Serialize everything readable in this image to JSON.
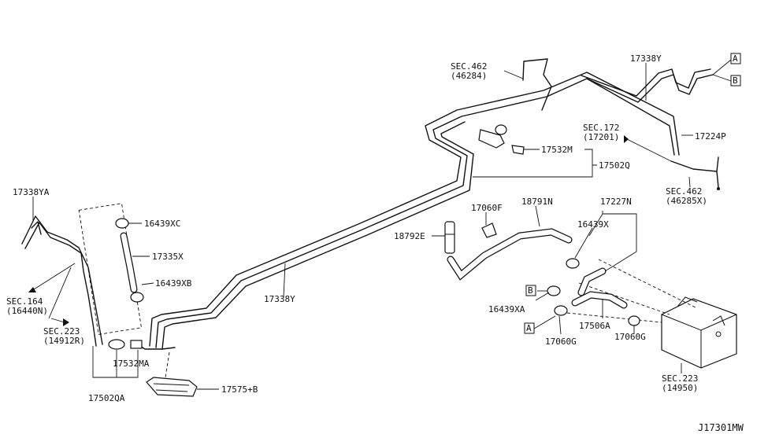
{
  "diagram_id": "J17301MW",
  "labels": {
    "sec462a_1": "SEC.462",
    "sec462a_2": "(46284)",
    "p17338Y_top": "17338Y",
    "refA": "A",
    "refB": "B",
    "sec172_1": "SEC.172",
    "sec172_2": "(17201)",
    "p17224P": "17224P",
    "p17532M": "17532M",
    "p17502Q": "17502Q",
    "sec462b_1": "SEC.462",
    "sec462b_2": "(46285X)",
    "p17338YA": "17338YA",
    "p16439XC": "16439XC",
    "p17335X": "17335X",
    "p16439XB": "16439XB",
    "sec164_1": "SEC.164",
    "sec164_2": "(16440N)",
    "sec223a_1": "SEC.223",
    "sec223a_2": "(14912R)",
    "p17532MA": "17532MA",
    "p17502QA": "17502QA",
    "p17575B": "17575+B",
    "p17338Y_mid": "17338Y",
    "p17060F": "17060F",
    "p18791N": "18791N",
    "p17227N": "17227N",
    "p18792E": "18792E",
    "p16439X": "16439X",
    "refB2": "B",
    "p16439XA": "16439XA",
    "refA2": "A",
    "p17506A": "17506A",
    "p17060G_a": "17060G",
    "p17060G_b": "17060G",
    "sec223b_1": "SEC.223",
    "sec223b_2": "(14950)"
  }
}
